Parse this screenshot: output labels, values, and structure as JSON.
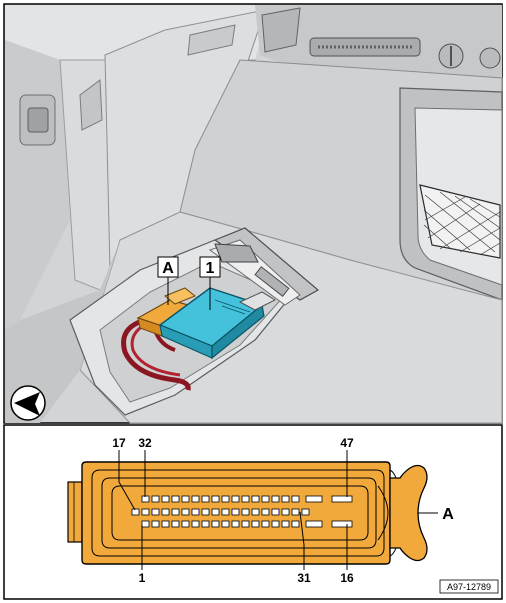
{
  "photo_callouts": {
    "connector": "A",
    "control_unit": "1"
  },
  "pinout": {
    "pins": {
      "p17": "17",
      "p32": "32",
      "p47": "47",
      "p1": "1",
      "p31": "31",
      "p16": "16"
    },
    "connector_label": "A"
  },
  "reference_code": "A97-12789",
  "colors": {
    "connector_orange": "#f2a93b",
    "module_cyan": "#44c2db",
    "cable_red": "#a61f2b",
    "panel_grey": "#d4d6d8"
  },
  "icons": {
    "view_direction": "direction-arrow-icon"
  }
}
